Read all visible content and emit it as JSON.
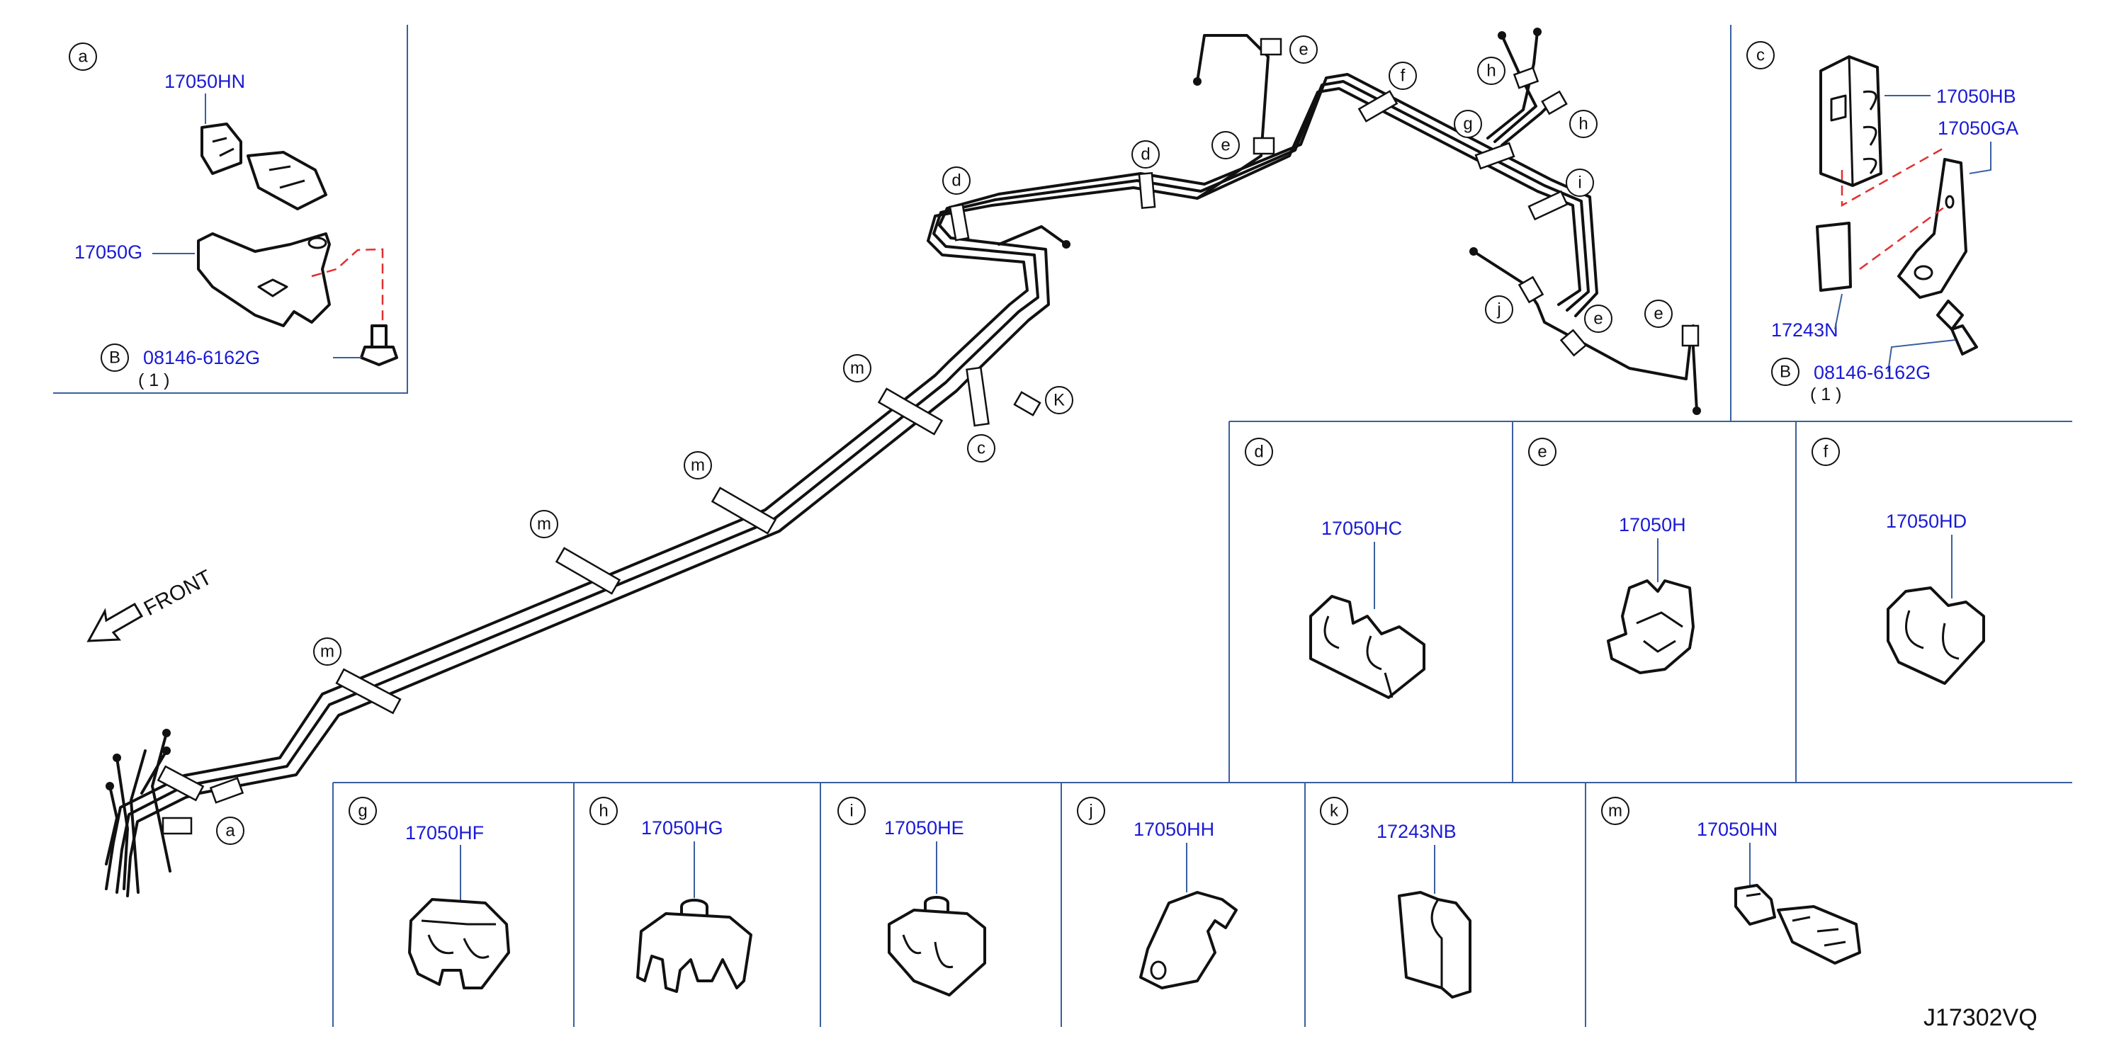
{
  "diagram_code": "J17302VQ",
  "front_label": "FRONT",
  "callouts": {
    "a": "a",
    "b": "B",
    "c": "c",
    "d": "d",
    "e": "e",
    "f": "f",
    "g": "g",
    "h": "h",
    "i": "i",
    "j": "j",
    "k_main": "K",
    "k_panel": "k",
    "m": "m"
  },
  "panels": {
    "a": {
      "part1": "17050HN",
      "part2": "17050G",
      "bolt": "08146-6162G",
      "qty": "( 1 )"
    },
    "c": {
      "part1": "17050HB",
      "part2": "17050GA",
      "part3": "17243N",
      "bolt": "08146-6162G",
      "qty": "( 1 )"
    },
    "d": {
      "part": "17050HC"
    },
    "e": {
      "part": "17050H"
    },
    "f": {
      "part": "17050HD"
    },
    "g": {
      "part": "17050HF"
    },
    "h": {
      "part": "17050HG"
    },
    "i": {
      "part": "17050HE"
    },
    "j": {
      "part": "17050HH"
    },
    "k": {
      "part": "17243NB"
    },
    "m": {
      "part": "17050HN"
    }
  },
  "colors": {
    "part_number": "#1a1ad6",
    "frame": "#3a5f9e",
    "guide": "#e03030"
  }
}
